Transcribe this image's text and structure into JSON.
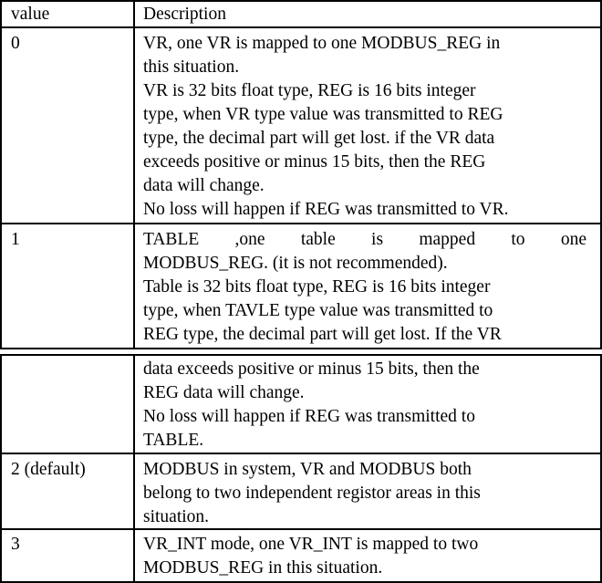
{
  "table": {
    "header": {
      "value": "value",
      "description": "Description"
    },
    "rows": [
      {
        "value": "0",
        "lines": [
          "VR, one VR is mapped to one MODBUS_REG in",
          "this situation.",
          "VR is 32 bits float type, REG is 16 bits integer",
          "type, when VR type value was transmitted to REG",
          "type, the decimal part will get lost. if the VR data",
          "exceeds positive or minus 15 bits, then the REG",
          "data will change.",
          "No loss will happen if REG was transmitted to VR."
        ]
      },
      {
        "value": "1",
        "lines": [
          "TABLE ,one table is mapped to one",
          "MODBUS_REG. (it is not recommended).",
          "Table is 32 bits float type, REG is 16 bits integer",
          "type, when TAVLE type value was transmitted to",
          "REG type, the decimal part will get lost. If the VR"
        ]
      },
      {
        "value": "",
        "lines": [
          "data exceeds positive or minus 15 bits, then the",
          "REG data will change.",
          "No loss will happen if REG was transmitted to",
          "TABLE."
        ]
      },
      {
        "value": "2 (default)",
        "lines": [
          "MODBUS in system, VR and MODBUS both",
          "belong to two independent registor areas in this",
          "situation."
        ]
      },
      {
        "value": "3",
        "lines": [
          "VR_INT mode, one VR_INT is mapped to two",
          "MODBUS_REG in this situation."
        ]
      }
    ]
  }
}
